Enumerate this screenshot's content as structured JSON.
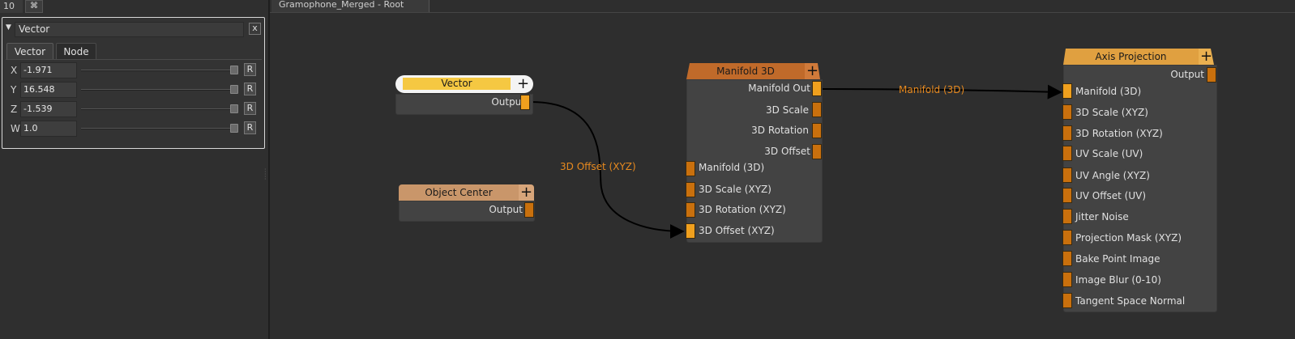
{
  "top": {
    "frame_number": "10",
    "btn_icon": "⌘"
  },
  "panel": {
    "collapse_icon": "▼",
    "node_name": "Vector",
    "close_icon": "x",
    "tabs": [
      {
        "label": "Vector"
      },
      {
        "label": "Node"
      }
    ],
    "params": [
      {
        "label": "X",
        "value": "-1.971",
        "reset": "R"
      },
      {
        "label": "Y",
        "value": "16.548",
        "reset": "R"
      },
      {
        "label": "Z",
        "value": "-1.539",
        "reset": "R"
      },
      {
        "label": "W",
        "value": "1.0",
        "reset": "R"
      }
    ]
  },
  "graph": {
    "tab_title": "Gramophone_Merged - Root",
    "nodes": {
      "vector": {
        "title": "Vector",
        "plus": "+",
        "output": "Output",
        "color": "#f5c842"
      },
      "object_center": {
        "title": "Object Center",
        "plus": "+",
        "output": "Output",
        "color": "#c9966a"
      },
      "manifold": {
        "title": "Manifold 3D",
        "plus": "+",
        "color": "#c06a2a",
        "outputs": [
          "Manifold Out",
          "3D Scale",
          "3D Rotation",
          "3D Offset"
        ],
        "inputs": [
          "Manifold (3D)",
          "3D Scale (XYZ)",
          "3D Rotation (XYZ)",
          "3D Offset (XYZ)"
        ]
      },
      "axis_projection": {
        "title": "Axis Projection",
        "plus": "+",
        "color": "#e0a040",
        "outputs": [
          "Output"
        ],
        "inputs": [
          "Manifold (3D)",
          "3D Scale (XYZ)",
          "3D Rotation (XYZ)",
          "UV Scale (UV)",
          "UV Angle (XYZ)",
          "UV Offset (UV)",
          "Jitter Noise",
          "Projection Mask (XYZ)",
          "Bake Point Image",
          "Image Blur (0-10)",
          "Tangent Space Normal"
        ]
      }
    },
    "links": [
      {
        "label": "3D Offset (XYZ)"
      },
      {
        "label": "Manifold (3D)"
      }
    ]
  }
}
